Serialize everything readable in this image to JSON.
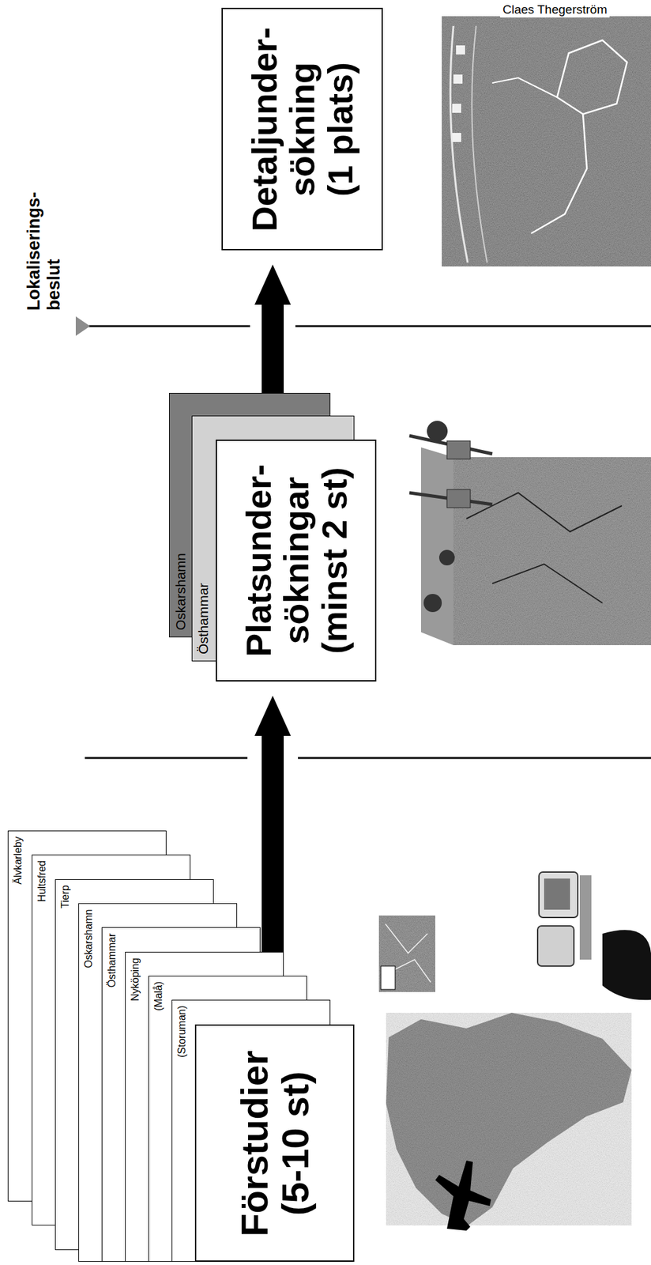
{
  "diagram": {
    "nodes": [
      {
        "text": [
          "Älvkarleby"
        ]
      },
      {
        "text": [
          "Hultsfred"
        ]
      },
      {
        "text": [
          "Tierp"
        ]
      },
      {
        "text": [
          "Oskarshamn"
        ]
      },
      {
        "text": [
          "Östhammar"
        ]
      },
      {
        "text": [
          "Nyköping"
        ]
      },
      {
        "text": [
          "(Malå)"
        ]
      },
      {
        "text": [
          "(Storuman)"
        ]
      },
      {
        "text": [
          "Förstudier (5-10 st)"
        ]
      },
      {
        "text": [
          "Oskarshamn"
        ]
      },
      {
        "text": [
          "Östhammar"
        ]
      },
      {
        "text": [
          "Platsunder- sökningar (minst 2 st)"
        ]
      },
      {
        "text": [
          "Detaljunder- sökning (1 plats)"
        ]
      }
    ],
    "edges": [
      {
        "from": 8,
        "to": 11,
        "arrow": "to"
      },
      {
        "from": 11,
        "to": 12,
        "arrow": "to"
      }
    ],
    "labels": [
      "Lokaliserings- beslut",
      "Claes Thegerström"
    ]
  }
}
